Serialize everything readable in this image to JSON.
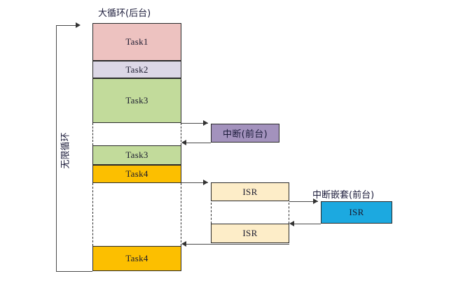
{
  "diagram": {
    "title_main": "大循环(后台)",
    "title_interrupt": "中断(前台)",
    "title_nested": "中断嵌套(前台)",
    "loop_label": "无限循环",
    "footnote": "",
    "colors": {
      "task1": "#edc2c0",
      "task2": "#dcd7e6",
      "task3": "#c2db9b",
      "task4": "#fcbf00",
      "interrupt": "#a392bd",
      "isr": "#fdedc8",
      "isr_nested": "#1ca9e0",
      "stroke": "#2a2a2a",
      "connector": "#4a4a4a"
    }
  },
  "background_blocks": [
    {
      "id": "task1",
      "label": "Task1"
    },
    {
      "id": "task2",
      "label": "Task2"
    },
    {
      "id": "task3a",
      "label": "Task3"
    },
    {
      "id": "task3b",
      "label": "Task3"
    },
    {
      "id": "task4a",
      "label": "Task4"
    },
    {
      "id": "task4b",
      "label": "Task4"
    }
  ],
  "foreground_blocks": [
    {
      "id": "interrupt",
      "label": "中断(前台)"
    },
    {
      "id": "isr1",
      "label": "ISR"
    },
    {
      "id": "isr2",
      "label": "ISR"
    },
    {
      "id": "isr_nested",
      "label": "ISR"
    }
  ]
}
